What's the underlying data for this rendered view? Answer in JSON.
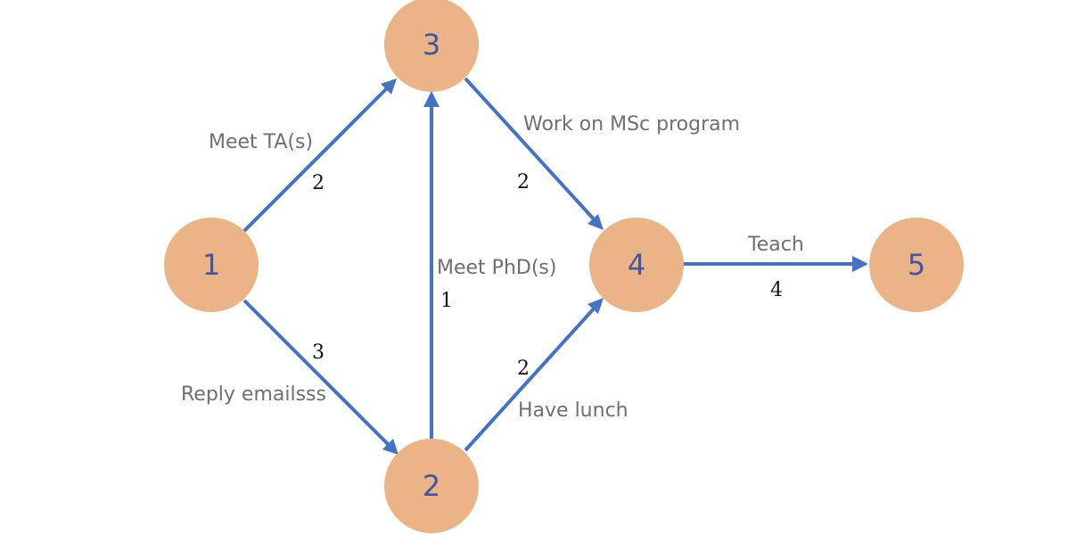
{
  "colors": {
    "node_fill": "#EBB487",
    "node_text": "#3E56A6",
    "edge": "#4472C4",
    "edge_label": "#6f6f6f",
    "edge_weight": "#111111"
  },
  "nodes": [
    {
      "id": "1",
      "label": "1"
    },
    {
      "id": "2",
      "label": "2"
    },
    {
      "id": "3",
      "label": "3"
    },
    {
      "id": "4",
      "label": "4"
    },
    {
      "id": "5",
      "label": "5"
    }
  ],
  "edges": [
    {
      "from": "1",
      "to": "3",
      "label": "Meet TA(s)",
      "weight": "2"
    },
    {
      "from": "1",
      "to": "2",
      "label": "Reply emailsss",
      "weight": "3"
    },
    {
      "from": "2",
      "to": "3",
      "label": "Meet PhD(s)",
      "weight": "1"
    },
    {
      "from": "3",
      "to": "4",
      "label": "Work on MSc program",
      "weight": "2"
    },
    {
      "from": "2",
      "to": "4",
      "label": "Have lunch",
      "weight": "2"
    },
    {
      "from": "4",
      "to": "5",
      "label": "Teach",
      "weight": "4"
    }
  ]
}
